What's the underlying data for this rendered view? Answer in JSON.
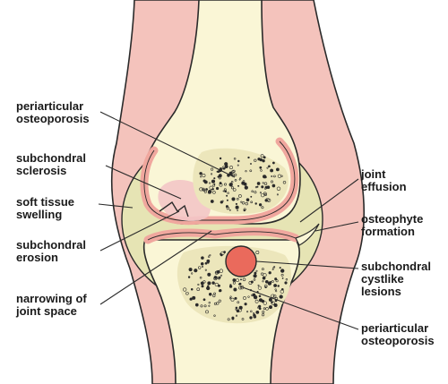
{
  "colors": {
    "skin": "#f4c3bc",
    "bone": "#faf6d6",
    "cartilage": "#f0a79e",
    "porosis": "#ece6bb",
    "capsule": "#e6e4b4",
    "outline": "#2a2a2a"
  },
  "labels": {
    "periarticular_top": "periarticular\nosteoporosis",
    "subchondral_sclerosis": "subchondral\nsclerosis",
    "soft_tissue_swelling": "soft tissue\nswelling",
    "subchondral_erosion": "subchondral\nerosion",
    "narrowing_joint_space": "narrowing of\njoint space",
    "joint_effusion": "joint\neffusion",
    "osteophyte_formation": "osteophyte\nformation",
    "subchondral_cystlike": "subchondral\ncystlike\nlesions",
    "periarticular_bottom": "periarticular\nosteoporosis"
  }
}
